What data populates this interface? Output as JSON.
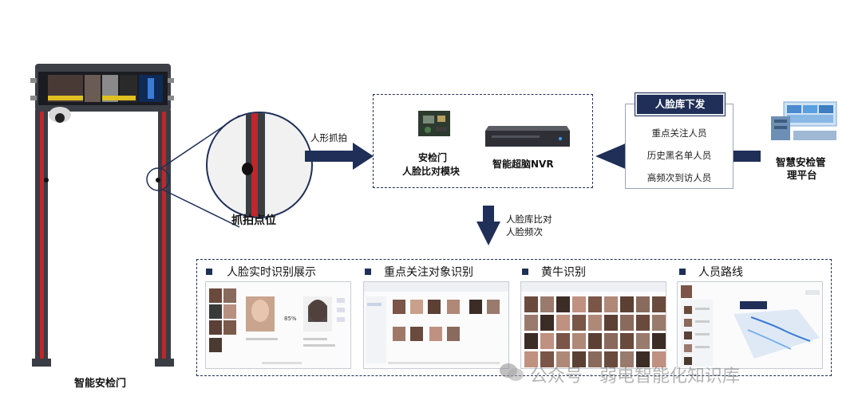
{
  "gate": {
    "label": "智能安检门"
  },
  "capture": {
    "point_label": "抓拍点位",
    "arrow_label": "人形抓拍"
  },
  "module_box": {
    "module_label_line1": "安检门",
    "module_label_line2": "人脸比对模块",
    "nvr_label": "智能超脑NVR"
  },
  "face_lib": {
    "header": "人脸库下发",
    "items": [
      "重点关注人员",
      "历史黑名单人员",
      "高频次到访人员"
    ]
  },
  "platform": {
    "label_line1": "智慧安检管",
    "label_line2": "理平台"
  },
  "compare": {
    "line1": "人脸库比对",
    "line2": "人脸频次"
  },
  "sections": [
    {
      "title": "人脸实时识别展示"
    },
    {
      "title": "重点关注对象识别"
    },
    {
      "title": "黄牛识别"
    },
    {
      "title": "人员路线"
    }
  ],
  "screens": {
    "match_percent": "85%"
  },
  "watermark": "公众号 · 弱电智能化知识库",
  "colors": {
    "navy": "#1f2f57",
    "gate_red": "#c0262a"
  }
}
